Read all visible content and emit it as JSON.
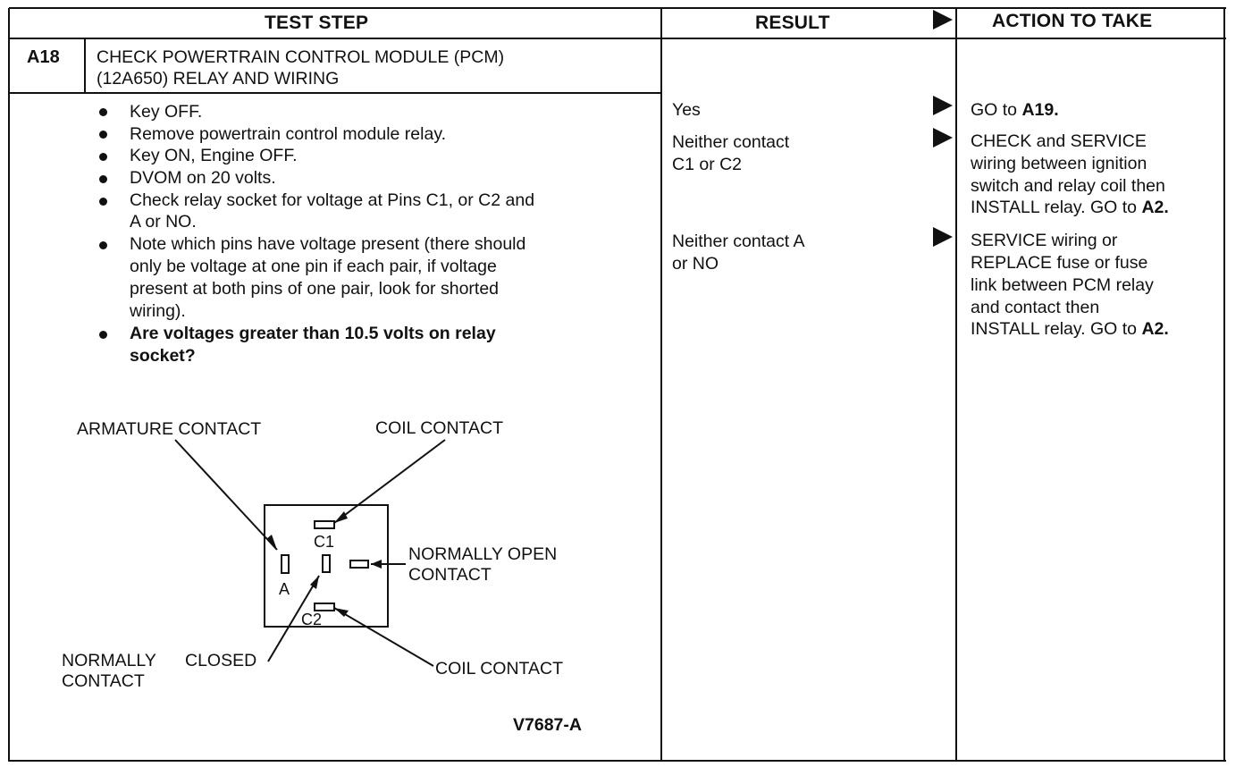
{
  "header": {
    "test_step": "TEST STEP",
    "result": "RESULT",
    "action": "ACTION TO TAKE"
  },
  "step": {
    "id": "A18",
    "title_line1": "CHECK POWERTRAIN CONTROL MODULE (PCM)",
    "title_line2": "(12A650) RELAY AND WIRING"
  },
  "instructions": [
    "Key OFF.",
    "Remove powertrain control module relay.",
    "Key ON, Engine OFF.",
    "DVOM on 20 volts.",
    "Check relay socket for voltage at Pins C1, or C2 and",
    "A or NO.",
    "Note which pins have voltage present (there should",
    "only be voltage at one pin if each pair, if voltage",
    "present at both pins of one pair, look for shorted",
    "wiring).",
    "Are voltages greater than 10.5 volts on relay",
    "socket?"
  ],
  "results": [
    {
      "line1": "Yes",
      "line2": ""
    },
    {
      "line1": "Neither contact",
      "line2": "C1 or C2"
    },
    {
      "line1": "Neither contact A",
      "line2": "or NO"
    }
  ],
  "actions": [
    {
      "lines": [
        "GO to "
      ],
      "bold_ref": "A19."
    },
    {
      "lines": [
        "CHECK and SERVICE",
        "wiring between ignition",
        "switch and relay coil then",
        "INSTALL relay. GO to "
      ],
      "bold_ref": "A2."
    },
    {
      "lines": [
        "SERVICE wiring or",
        "REPLACE fuse or fuse",
        "link between PCM relay",
        "and contact then",
        "INSTALL relay. GO to "
      ],
      "bold_ref": "A2."
    }
  ],
  "diagram": {
    "armature_contact": "ARMATURE CONTACT",
    "coil_contact_top": "COIL CONTACT",
    "normally_open_1": "NORMALLY OPEN",
    "normally_open_2": "CONTACT",
    "normally_1": "NORMALLY",
    "closed": "CLOSED",
    "contact": "CONTACT",
    "coil_contact_bottom": "COIL CONTACT",
    "pin_c1": "C1",
    "pin_a": "A",
    "pin_c2": "C2",
    "figure_id": "V7687-A"
  }
}
